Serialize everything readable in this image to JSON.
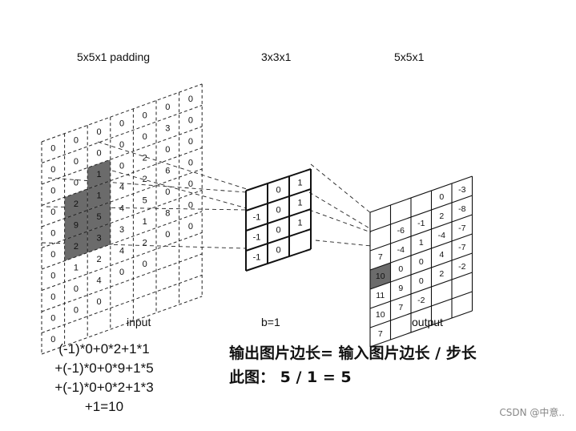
{
  "labels": {
    "input_size": "5x5x1  padding",
    "kernel_size": "3x3x1",
    "output_size": "5x5x1",
    "input": "input",
    "bias": "b=1",
    "output": "output"
  },
  "input_grid": [
    [
      "0",
      "0",
      "0",
      "0",
      "0",
      "0",
      "0"
    ],
    [
      "0",
      "0",
      "0",
      "0",
      "0",
      "3",
      "0"
    ],
    [
      "0",
      "0",
      "1",
      "0",
      "2",
      "0",
      "0"
    ],
    [
      "0",
      "2",
      "1",
      "4",
      "2",
      "6",
      "0"
    ],
    [
      "0",
      "9",
      "5",
      "4",
      "5",
      "0",
      "0"
    ],
    [
      "0",
      "2",
      "3",
      "3",
      "1",
      "8",
      "0"
    ],
    [
      "0",
      "1",
      "2",
      "4",
      "2",
      "0",
      "0"
    ],
    [
      "0",
      "0",
      "4",
      "0",
      "0",
      "",
      ""
    ],
    [
      "0",
      "0",
      "0",
      "",
      "",
      "",
      ""
    ],
    [
      "0",
      "",
      "",
      "",
      "",
      "",
      ""
    ]
  ],
  "input_highlight": [
    [
      2,
      2
    ],
    [
      3,
      1
    ],
    [
      3,
      2
    ],
    [
      4,
      1
    ],
    [
      4,
      2
    ],
    [
      5,
      1
    ],
    [
      5,
      2
    ]
  ],
  "kernel": [
    [
      "",
      "0",
      "1"
    ],
    [
      "-1",
      "0",
      "1"
    ],
    [
      "-1",
      "0",
      "1"
    ],
    [
      "-1",
      "0",
      ""
    ]
  ],
  "output_grid": [
    [
      "",
      "",
      "",
      "0",
      "-3"
    ],
    [
      "",
      "-6",
      "-1",
      "2",
      "-8"
    ],
    [
      "7",
      "-4",
      "1",
      "-4",
      "-7"
    ],
    [
      "10",
      "0",
      "0",
      "4",
      "-7"
    ],
    [
      "11",
      "9",
      "0",
      "2",
      "-2"
    ],
    [
      "10",
      "7",
      "-2",
      "",
      ""
    ],
    [
      "7",
      "",
      "",
      "",
      ""
    ]
  ],
  "formula": [
    "(-1)*0+0*2+1*1",
    "+(-1)*0+0*9+1*5",
    "+(-1)*0+0*2+1*3",
    "+1=10"
  ],
  "note": [
    "输出图片边长= 输入图片边长 / 步长",
    "此图：  5 / 1  =  5"
  ],
  "watermark": "CSDN @中意.."
}
